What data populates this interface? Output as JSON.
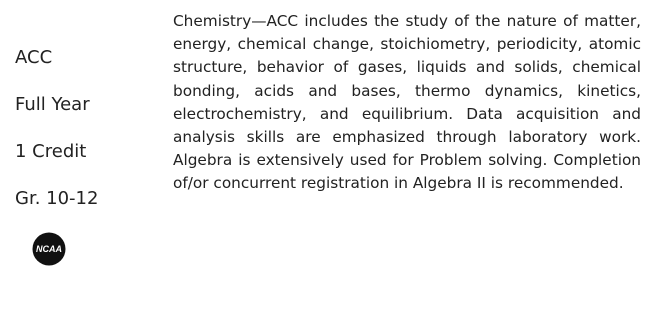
{
  "course": {
    "level": "ACC",
    "term": "Full Year",
    "credit": "1 Credit",
    "grades": "Gr. 10-12",
    "logo_text": "NCAA",
    "description": "Chemistry—ACC includes the study of the nature of matter, energy, chemical change, stoichiometry, periodicity, atomic structure, behavior of gases, liquids and solids, chemical bonding, acids and bases, thermo dynamics, kinetics, electrochemistry, and equilibrium. Data acquisition and analysis skills are emphasized through laboratory work. Algebra is extensively used for Problem solving.  Completion of/or concurrent registration in Algebra II is recommended."
  },
  "colors": {
    "text": "#222222",
    "logo": "#111111",
    "background": "#ffffff"
  }
}
